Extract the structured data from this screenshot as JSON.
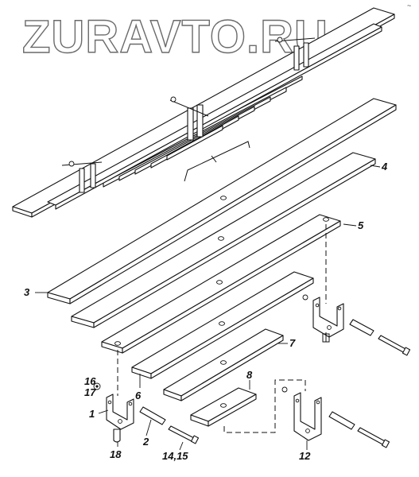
{
  "watermark": {
    "text": "ZURAVTO.RU"
  },
  "corner_mark": "~",
  "callouts": {
    "c1": "1",
    "c2": "2",
    "c3": "3",
    "c4": "4",
    "c5": "5",
    "c6": "6",
    "c7": "7",
    "c8": "8",
    "c12": "12",
    "c14_15": "14,15",
    "c16": "16",
    "c17": "17",
    "c18": "18"
  }
}
